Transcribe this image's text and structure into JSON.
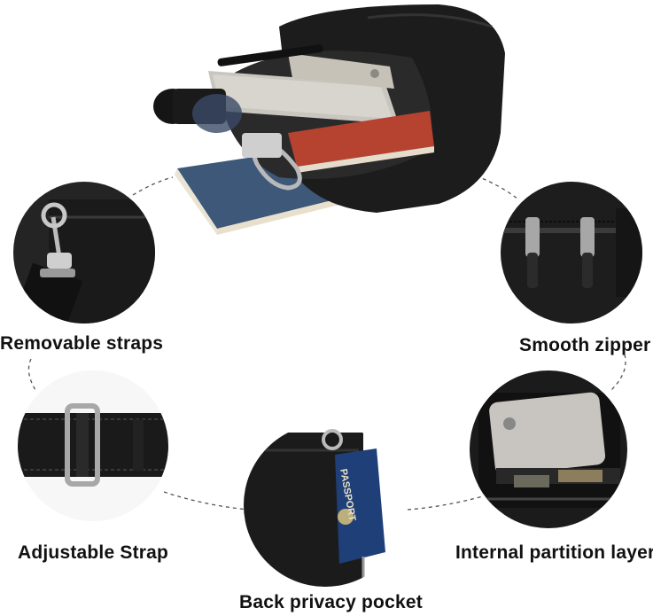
{
  "features": {
    "removable_straps": "Removable straps",
    "smooth_zipper": "Smooth zipper",
    "adjustable_strap": "Adjustable Strap",
    "internal_partition": "Internal partition layer",
    "back_pocket": "Back privacy pocket"
  },
  "passport_text": "PASSPORT",
  "colors": {
    "leather": "#1c1c1c",
    "background": "#ffffff",
    "notebook": "#3d5878",
    "passport": "#1f3f78",
    "red_book": "#b5432f",
    "phone": "#c7c2b8",
    "dashed_line": "#555555"
  },
  "icons": [
    "bag-icon",
    "strap-clip-icon",
    "zipper-pull-icon",
    "buckle-icon",
    "passport-icon",
    "phone-icon"
  ]
}
